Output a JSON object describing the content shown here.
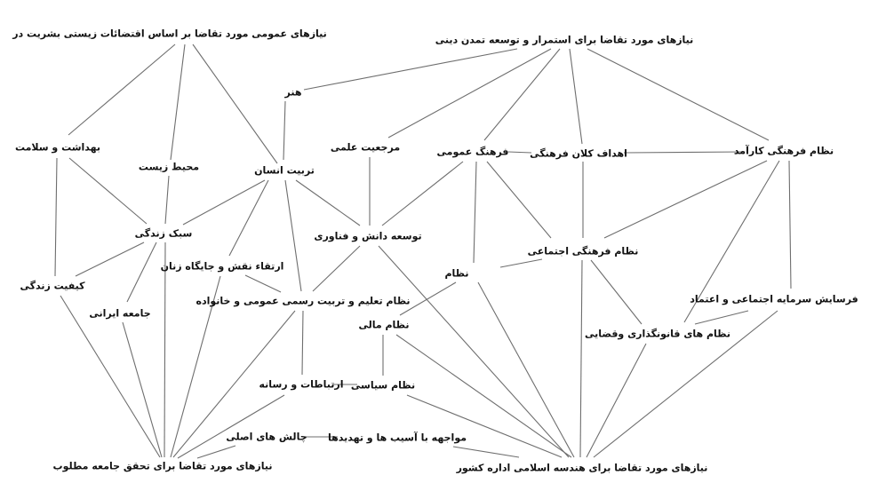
{
  "diagram": {
    "nodes": {
      "general_needs": "نیازهای عمومی مورد تقاضا بر اساس اقتضائات زیستی بشریت در",
      "religious_civ_needs": "نیازهای مورد تقاضا برای استمرار و توسعه تمدن دینی",
      "art": "هنر",
      "health": "بهداشت و سلامت",
      "environment": "محیط زیست",
      "human_upbringing": "تربیت انسان",
      "scientific_authority": "مرجعیت علمی",
      "public_culture": "فرهنگ عمومی",
      "macro_cultural_goals": "اهداف کلان فرهنگی",
      "efficient_cultural_system": "نظام فرهنگی کارآمد",
      "lifestyle": "سبک زندگی",
      "knowledge_tech_dev": "توسعه دانش و فناوری",
      "socio_cultural_system": "نظام فرهنگی اجتماعی",
      "system": "نظام",
      "women_role": "ارتقاء نقش و جایگاه زنان",
      "quality_of_life": "کیفیت زندگی",
      "iranian_society": "جامعه ایرانی",
      "education_system": "نظام تعلیم و تربیت رسمی عمومی و خانواده",
      "financial_system": "نظام مالی",
      "social_capital_erosion": "فرسایش سرمایه اجتماعی و اعتماد",
      "legislative_judicial": "نظام های قانونگذاری وقضایی",
      "communication_media": "ارتباطات و رسانه",
      "political_system": "نظام سیاسی",
      "main_challenges": "چالش های اصلی",
      "facing_threats": "مواجهه با آسیب ها و تهدیدها",
      "ideal_society_needs": "نیازهای مورد تقاضا برای تحقق جامعه مطلوب",
      "islamic_governance_needs": "نیازهای مورد تقاضا برای هندسه اسلامی اداره کشور"
    }
  }
}
